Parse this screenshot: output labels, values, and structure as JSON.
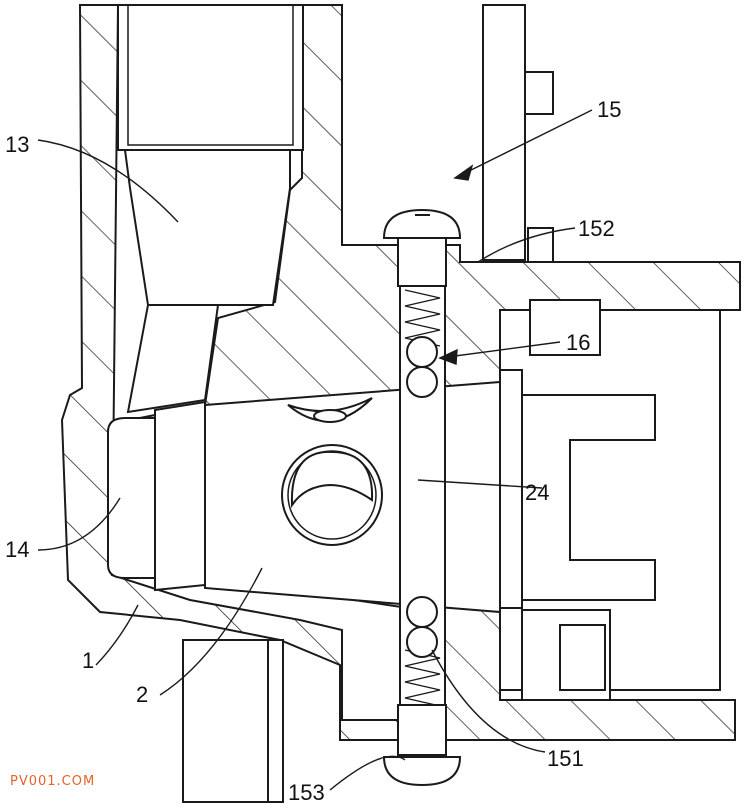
{
  "figure": {
    "callouts": [
      {
        "id": "label-13",
        "text": "13"
      },
      {
        "id": "label-15",
        "text": "15"
      },
      {
        "id": "label-152",
        "text": "152"
      },
      {
        "id": "label-16",
        "text": "16"
      },
      {
        "id": "label-24",
        "text": "24"
      },
      {
        "id": "label-14",
        "text": "14"
      },
      {
        "id": "label-1",
        "text": "1"
      },
      {
        "id": "label-2",
        "text": "2"
      },
      {
        "id": "label-151",
        "text": "151"
      },
      {
        "id": "label-153",
        "text": "153"
      }
    ],
    "watermark": "PV001.COM",
    "colors": {
      "line": "#1a1a1a",
      "background": "#ffffff",
      "watermark": "#e3622b"
    }
  }
}
